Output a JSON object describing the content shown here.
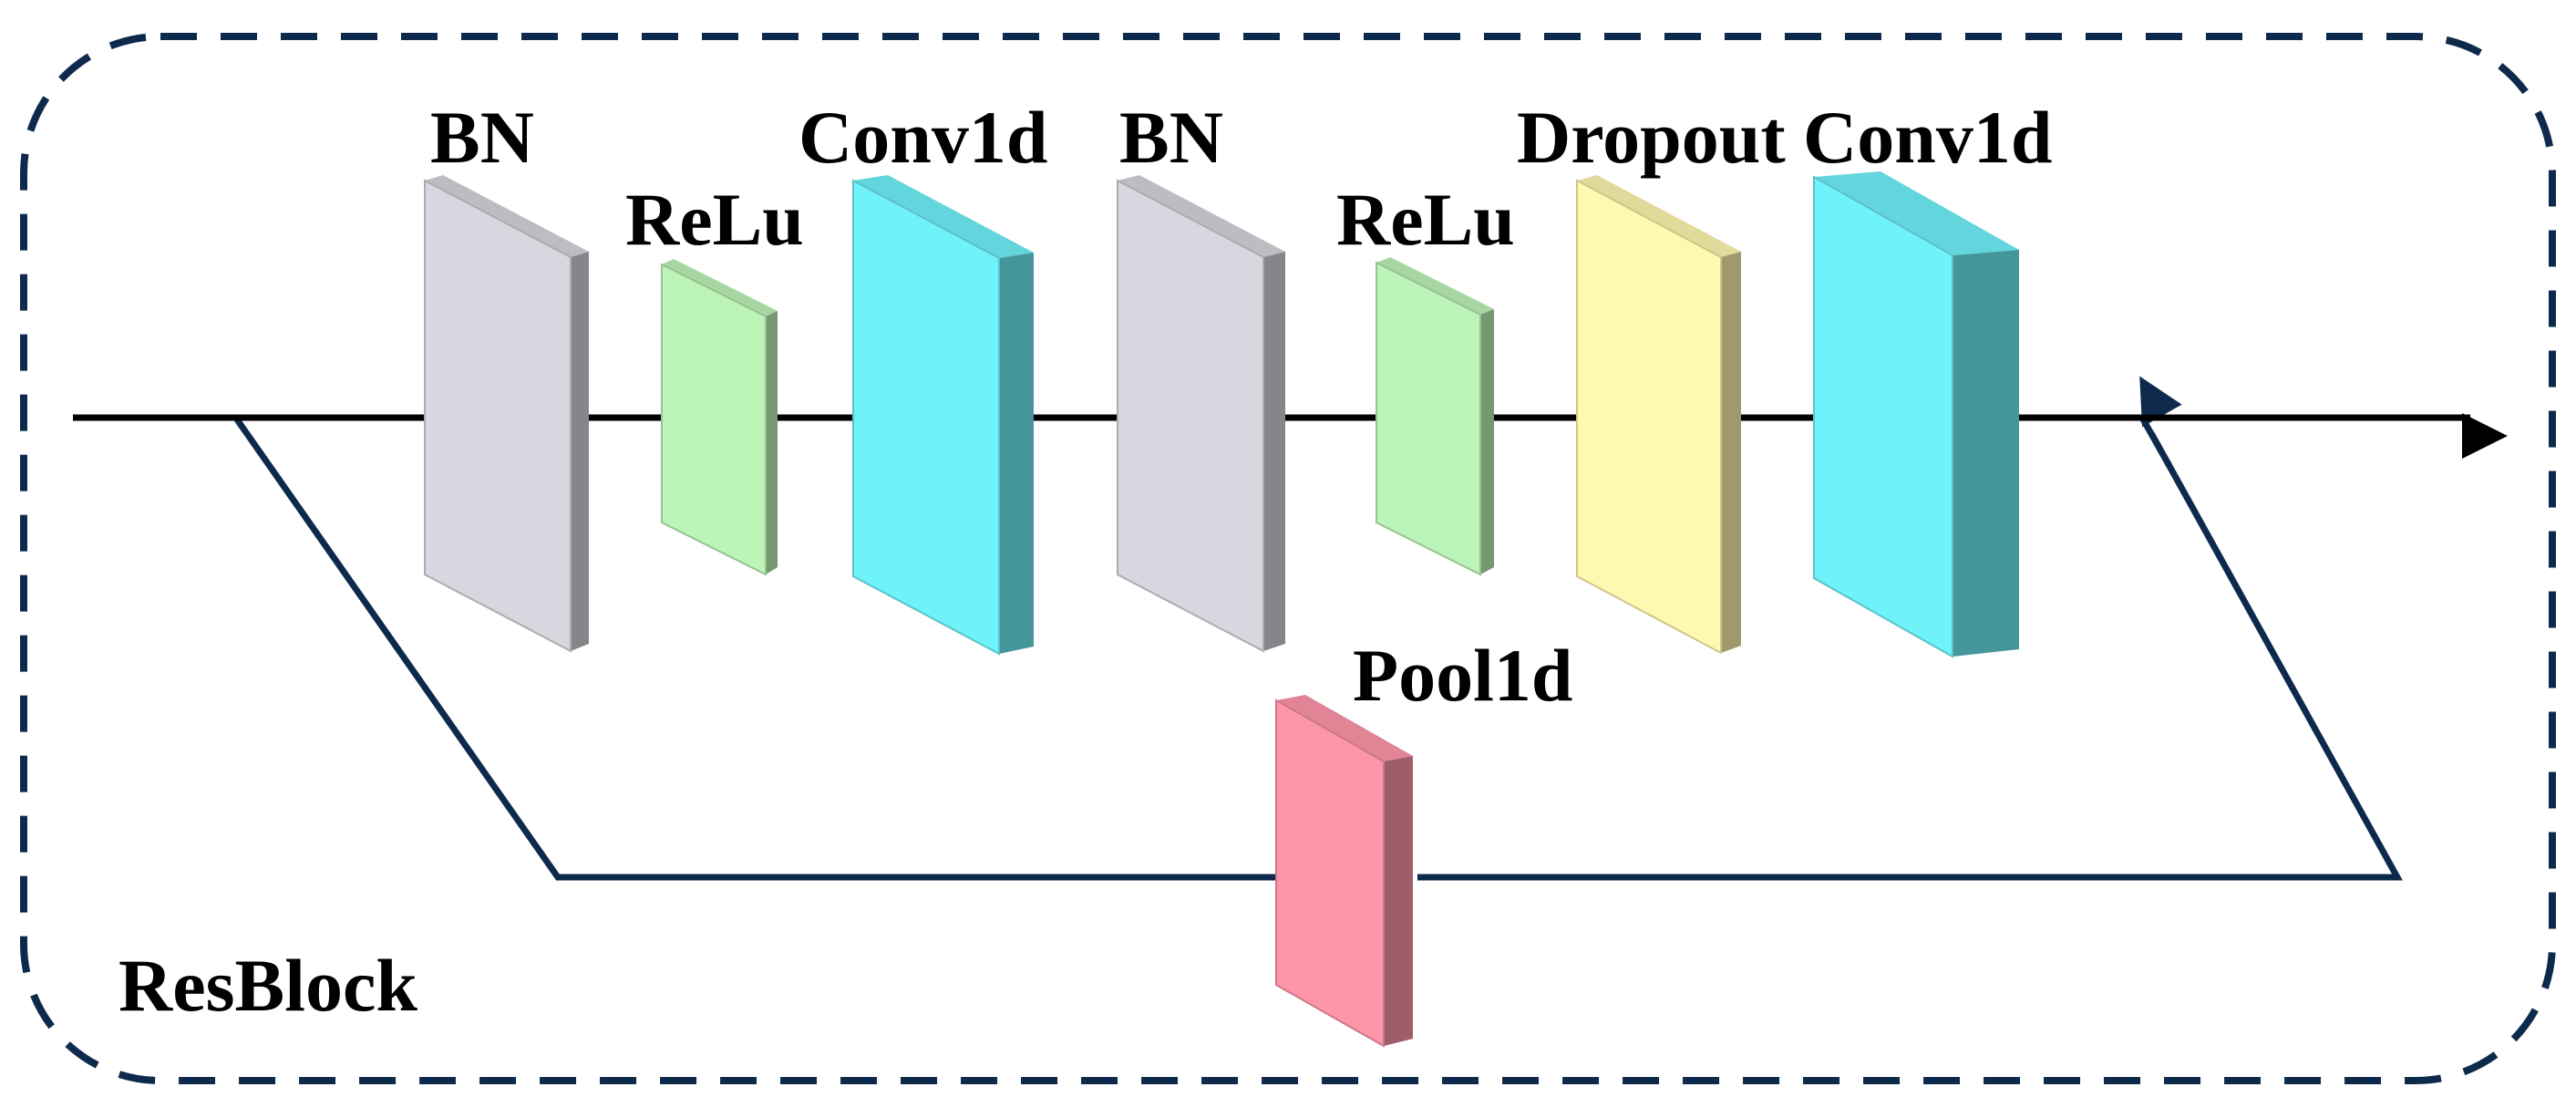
{
  "diagram": {
    "block_label": "ResBlock",
    "layers": [
      {
        "id": "bn-1",
        "label": "BN",
        "kind": "batchnorm"
      },
      {
        "id": "relu-1",
        "label": "ReLu",
        "kind": "activation"
      },
      {
        "id": "conv1d-1",
        "label": "Conv1d",
        "kind": "conv"
      },
      {
        "id": "bn-2",
        "label": "BN",
        "kind": "batchnorm"
      },
      {
        "id": "relu-2",
        "label": "ReLu",
        "kind": "activation"
      },
      {
        "id": "dropout",
        "label": "Dropout",
        "kind": "dropout"
      },
      {
        "id": "conv1d-2",
        "label": "Conv1d",
        "kind": "conv"
      }
    ],
    "skip_layer": {
      "id": "pool1d",
      "label": "Pool1d",
      "kind": "pool"
    },
    "colors": {
      "border": "#0d2a4c",
      "main_arrow": "#000000",
      "skip_line": "#0d2a4c",
      "batchnorm": "#d8d6de",
      "activation": "#bdf4b8",
      "conv": "#70f2fa",
      "dropout": "#fff8b0",
      "pool": "#fe96aa"
    }
  }
}
